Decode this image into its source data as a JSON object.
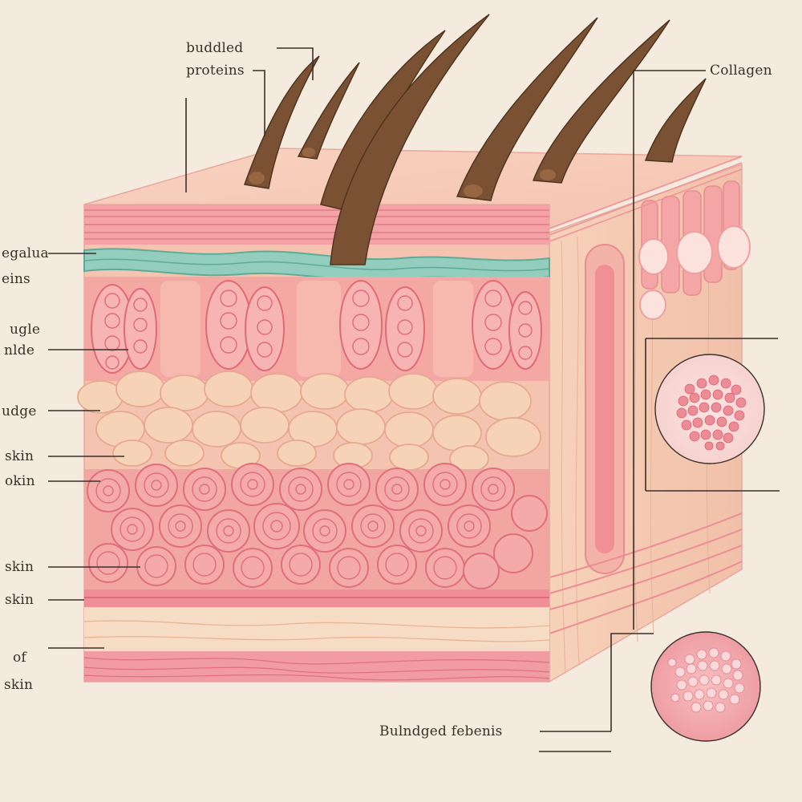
{
  "labels": {
    "top_1": "buddled",
    "top_2": "proteins",
    "right_top": "Collagen",
    "left_1a": "egalua",
    "left_1b": "eins",
    "left_2a": "ugle",
    "left_2b": "nlde",
    "left_3": "udge",
    "left_4a": "skin",
    "left_4b": "okin",
    "left_5a": "skin",
    "left_5b": "skin",
    "left_6a": "of",
    "left_6b": "skin",
    "bottom_right": "Bulndged febenis"
  },
  "colors": {
    "background": "#f4ebde",
    "skin_top": "#f6cbb8",
    "epidermis_pink": "#ef8f9a",
    "membrane_teal": "#7fc1b0",
    "fat_beige": "#f5cdb0",
    "coil_pink": "#f09aa0",
    "hair_brown": "#7a5233",
    "line_dark": "#3b2f2a"
  },
  "icons": {
    "inset_top": "collagen-cluster-icon",
    "inset_bottom": "protein-cluster-icon"
  }
}
